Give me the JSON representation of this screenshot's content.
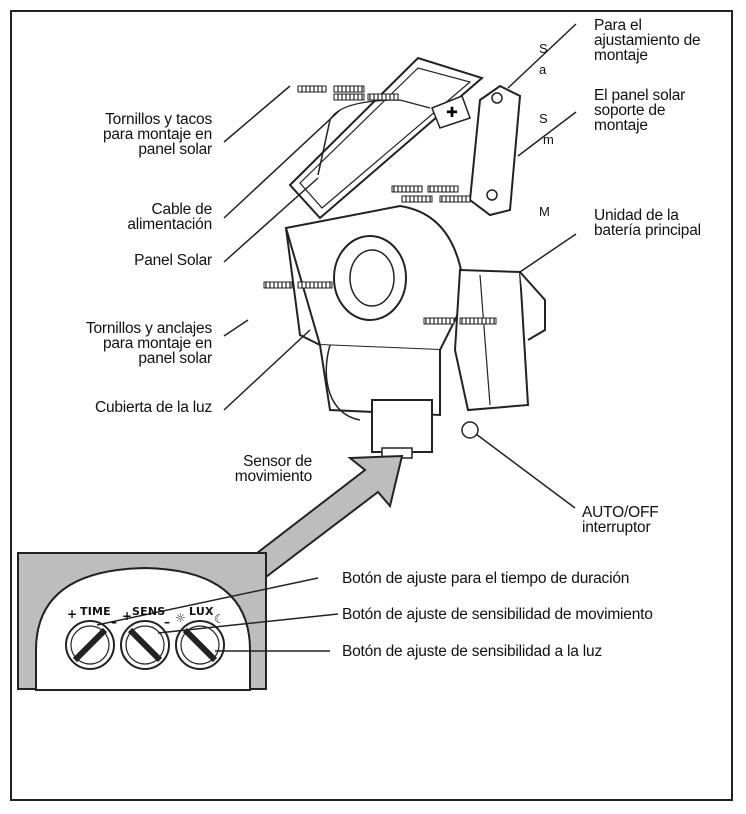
{
  "labels": {
    "mount_adjust": "Para el\najustamiento de\nmontaje",
    "mount_adjust_letters": [
      "S",
      "a"
    ],
    "bracket": "El panel solar\nsoporte de\nmontaje",
    "bracket_letters": [
      "S",
      "m"
    ],
    "battery_letter": "M",
    "battery": "Unidad de la\nbatería principal",
    "screws_top": "Tornillos y tacos\npara montaje en\npanel solar",
    "cable": "Cable de\nalimentación",
    "solar_panel": "Panel Solar",
    "screws_bottom": "Tornillos y anclajes\npara montaje en\npanel solar",
    "light_cover": "Cubierta de la luz",
    "motion_sensor": "Sensor de\nmovimiento",
    "auto_off": "AUTO/OFF\ninterruptor",
    "time_knob": "Botón de ajuste para el tiempo de duración",
    "sens_knob": "Botón de ajuste de sensibilidad de movimiento",
    "lux_knob": "Botón de ajuste de sensibilidad a la luz"
  },
  "dials": {
    "time": "TIME",
    "sens": "SENS",
    "lux": "LUX",
    "plus": "+",
    "minus": "–",
    "sun": "☼",
    "moon": "☾"
  }
}
